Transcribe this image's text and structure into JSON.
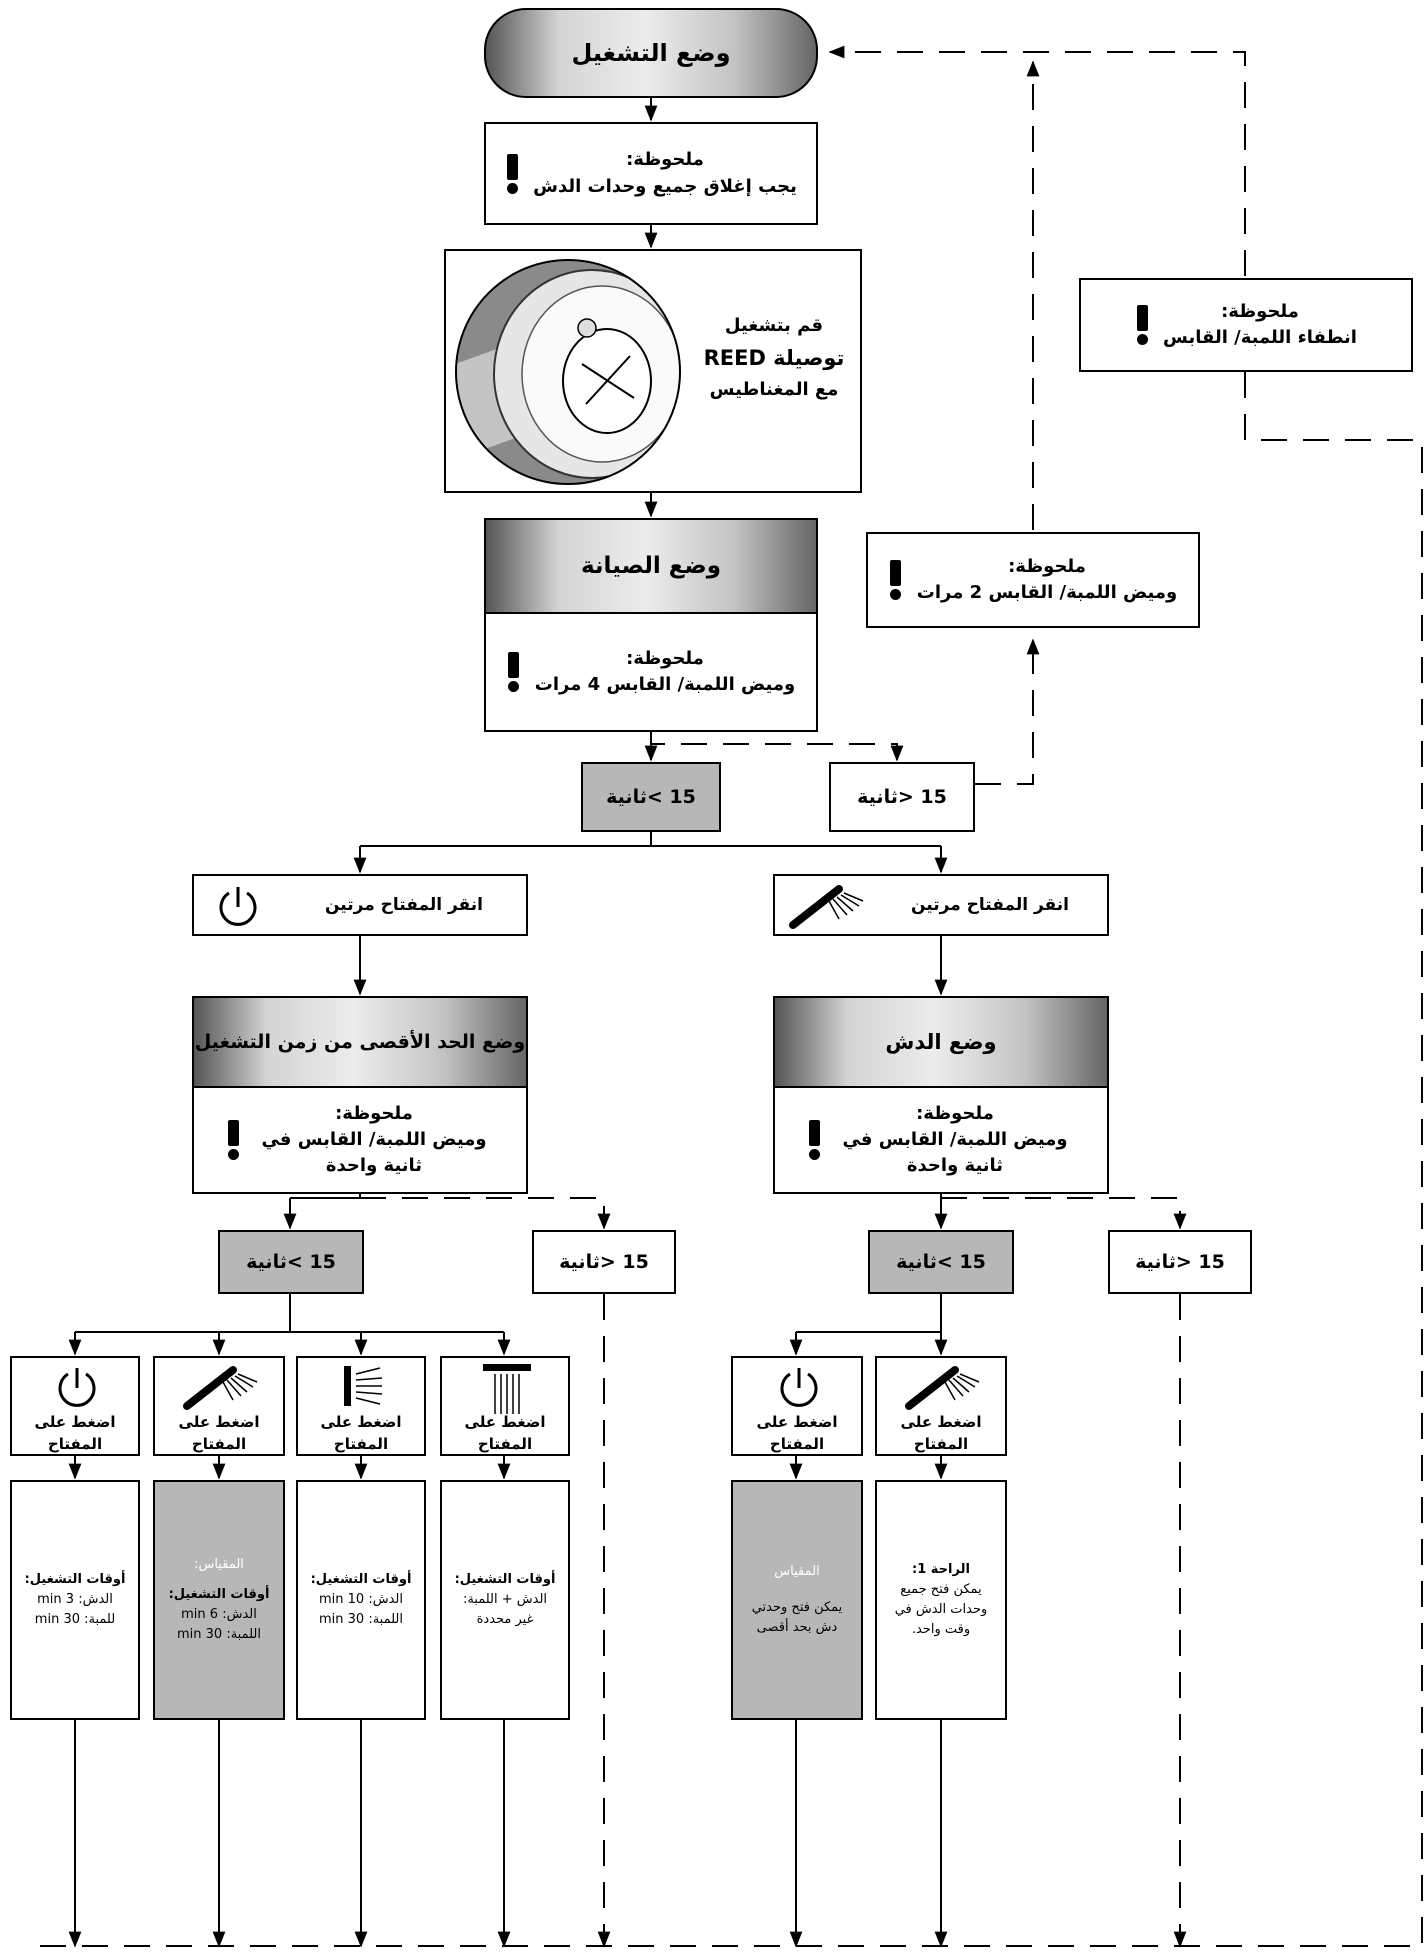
{
  "start": {
    "label": "وضع التشغيل"
  },
  "note1": {
    "title": "ملحوظة:",
    "text": "يجب إغلاق جميع وحدات الدش"
  },
  "reed": {
    "line1": "قم بتشغيل",
    "line2": "توصيلة REED",
    "line3": "مع المغناطيس"
  },
  "note_off": {
    "title": "ملحوظة:",
    "text": "انطفاء اللمبة/ القابس"
  },
  "note_flash2": {
    "title": "ملحوظة:",
    "text": "وميض اللمبة/ القابس 2 مرات"
  },
  "maintenance": {
    "title": "وضع  الصيانة",
    "note_title": "ملحوظة:",
    "note_text": "وميض اللمبة/ القابس 4 مرات"
  },
  "timers": {
    "less": "15 >ثانية",
    "more": "15 <ثانية"
  },
  "left_branch": {
    "tap": "انقر المفتاح  مرتين",
    "mode": "وضع الحد الأقصى من زمن التشغيل",
    "note_title": "ملحوظة:",
    "note_text": "وميض اللمبة/ القابس في ثانية واحدة"
  },
  "right_branch": {
    "tap": "انقر المفتاح  مرتين",
    "mode": "وضع الدش",
    "note_title": "ملحوظة:",
    "note_text": "وميض اللمبة/ القابس في ثانية واحدة"
  },
  "press_key": {
    "line1": "اضغط على",
    "line2": "المفتاح"
  },
  "results": {
    "power": {
      "title": "أوقات التشغيل:",
      "line1": "الدش: 3 min",
      "line2": "للمبة: 30 min"
    },
    "shower": {
      "caption": "المقياس:",
      "title": "أوقات التشغيل:",
      "line1": "الدش: 6 min",
      "line2": "اللمبة: 30 min"
    },
    "side": {
      "title": "أوقات التشغيل:",
      "line1": "الدش: 10 min",
      "line2": "اللمبة: 30 min"
    },
    "rain": {
      "title": "أوقات التشغيل:",
      "line1": "الدش + اللمبة:",
      "line2": "غير محددة"
    },
    "scale": {
      "caption": "المقياس",
      "line1": "يمكن فتح وحدتي",
      "line2": "دش بحد أقصى"
    },
    "comfort": {
      "title": "الراحة 1:",
      "line1": "يمكن فتح جميع",
      "line2": "وحدات الدش في",
      "line3": "وقت واحد."
    }
  },
  "icons": [
    "power-icon",
    "shower-head-icon",
    "side-shower-icon",
    "rain-shower-icon",
    "magnet-reed-icon",
    "exclamation-icon"
  ]
}
